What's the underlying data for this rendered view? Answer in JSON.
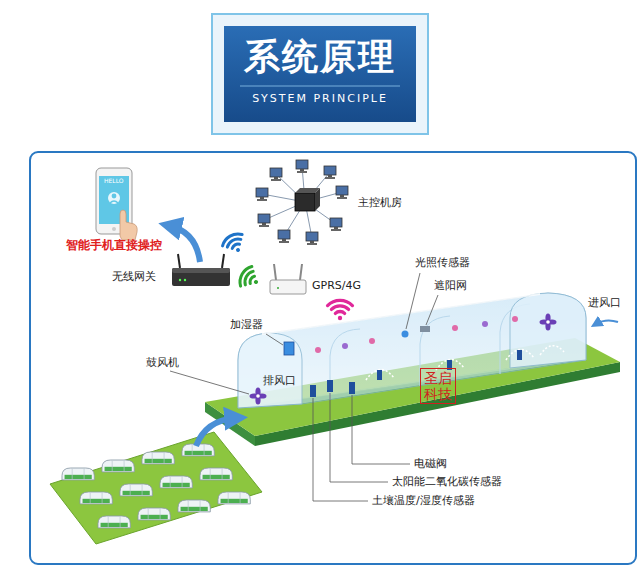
{
  "diagram": {
    "title": "系统原理",
    "labels": [
      "SYSTEM PRINCIPLE",
      "HELLO",
      "智能手机直接操控",
      "主控机房",
      "无线网关",
      "GPRS/4G",
      "光照传感器",
      "遮阳网",
      "进风口",
      "加湿器",
      "鼓风机",
      "排风口",
      "圣启 科技",
      "电磁阀",
      "太阳能二氧化碳传感器",
      "土壤温度/湿度传感器"
    ]
  }
}
